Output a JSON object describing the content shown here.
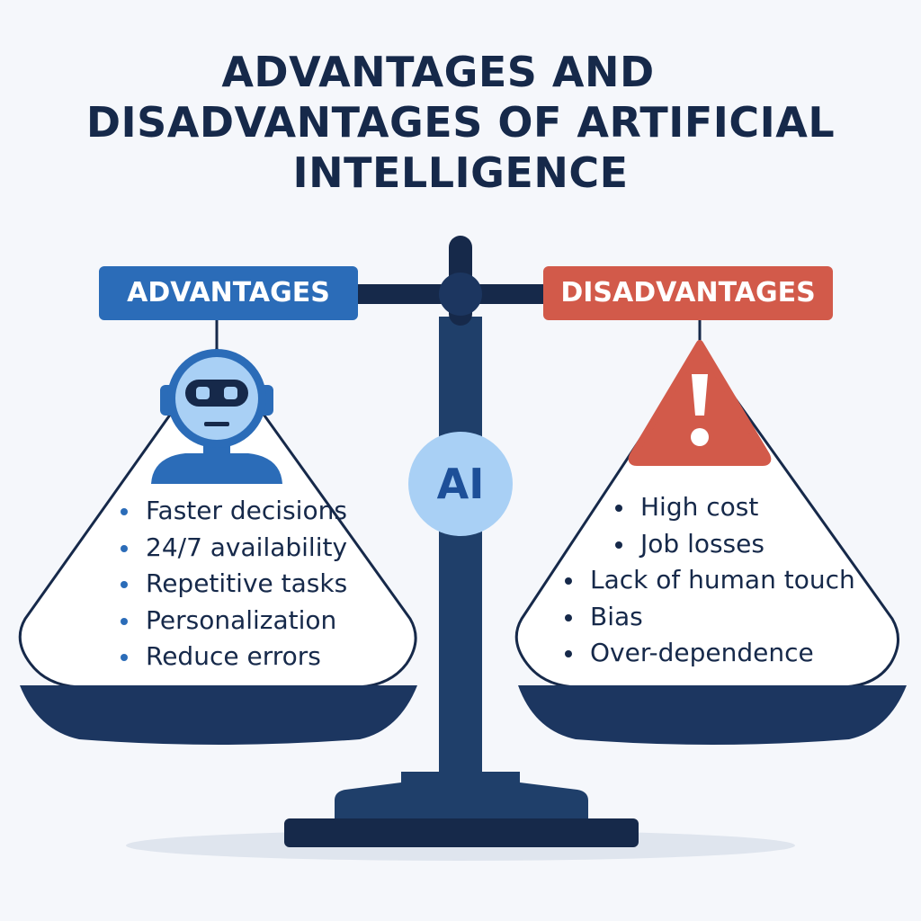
{
  "title": {
    "line1": "ADVANTAGES AND",
    "line2": "DISADVANTAGES OF ARTIFICIAL",
    "line3": "INTELLIGENCE"
  },
  "advantages": {
    "label": "ADVANTAGES",
    "icon": "robot-icon",
    "items": [
      "Faster decisions",
      "24/7 availability",
      "Repetitive tasks",
      "Personalization",
      "Reduce errors"
    ]
  },
  "disadvantages": {
    "label": "DISADVANTAGES",
    "icon": "warning-icon",
    "items": [
      "High cost",
      "Job losses",
      "Lack of human touch",
      "Bias",
      "Over-dependence"
    ]
  },
  "center": {
    "label": "AI"
  },
  "colors": {
    "navy": "#16294a",
    "blue": "#2b6cb8",
    "red": "#d25a4a",
    "light_blue": "#a9d0f5",
    "background": "#f5f7fb"
  }
}
